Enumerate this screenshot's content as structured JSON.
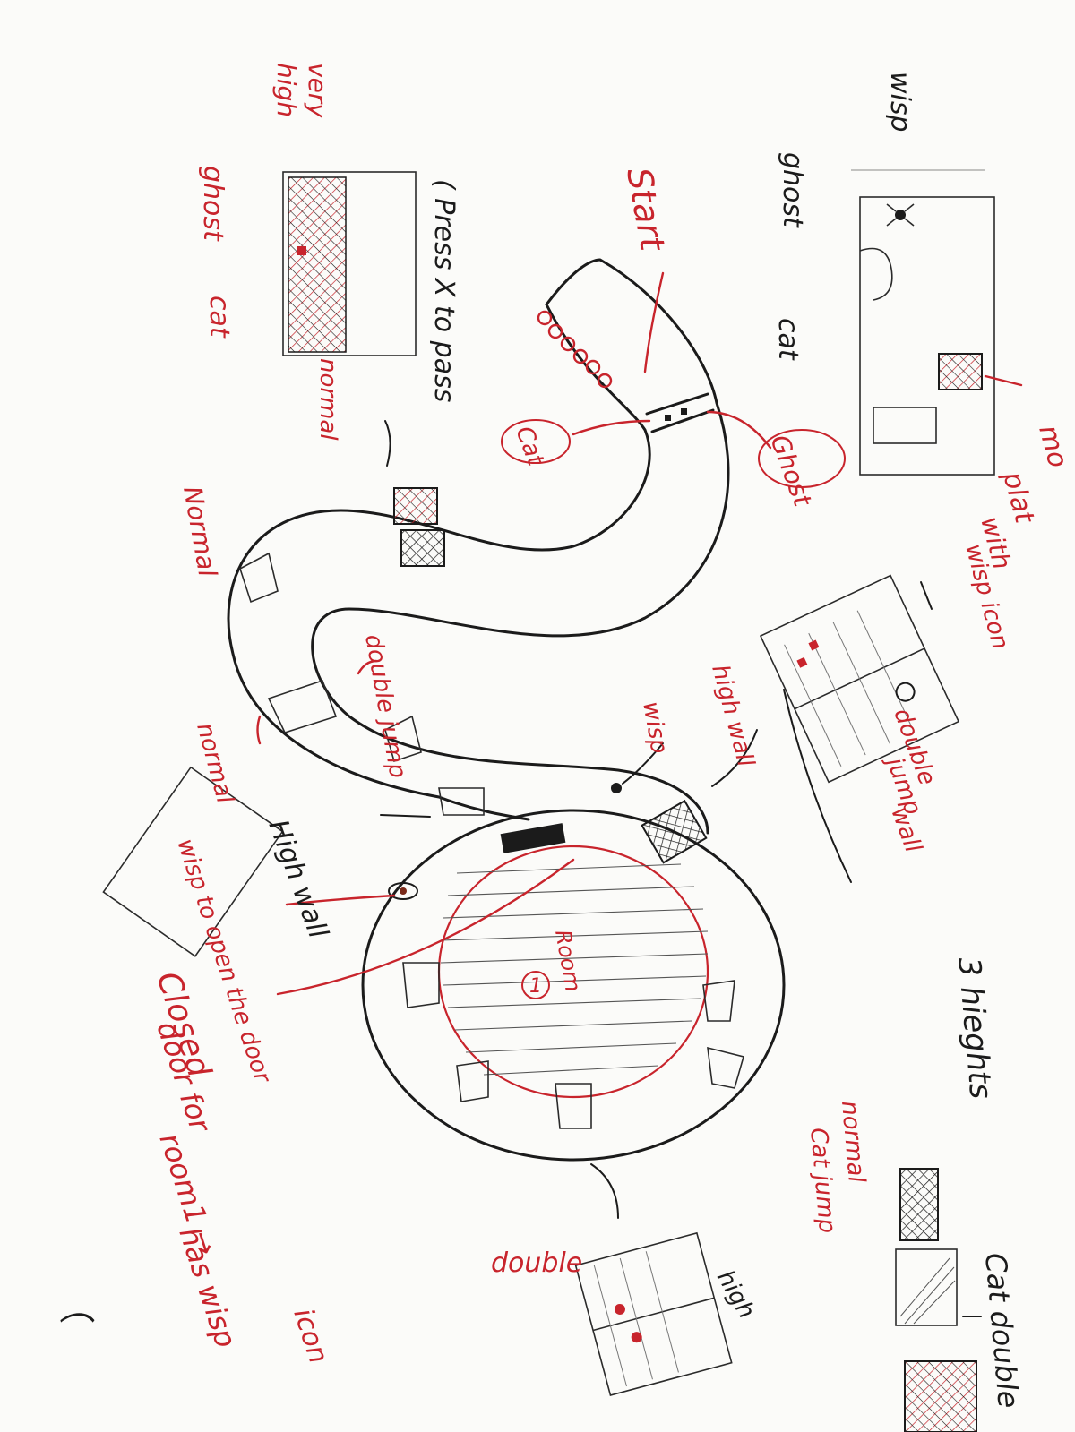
{
  "annotations": {
    "start": "Start",
    "press_x": "( Press X to pass",
    "room_number": "1",
    "room_label": "Room",
    "three_heights": "3 hieghts",
    "high_wall_path": "High wall",
    "wisp_path": "wisp",
    "high_wall_right": "high wall",
    "wisp_note": "wisp to open the door",
    "closed_door_1": "Closed",
    "closed_door_2": "door for",
    "closed_door_3": "room1 →",
    "closed_door_4": "has wisp",
    "closed_door_5": "icon",
    "cat_circle": "Cat",
    "ghost_circle": "Ghost",
    "double_jump_path": "double jump",
    "normal_left": "Normal",
    "normal_mid": "normal",
    "legend_top_wisp": "wisp",
    "legend_top_ghost": "ghost",
    "legend_top_cat": "cat",
    "legend_top_platform_1": "mo",
    "legend_top_platform_2": "plat",
    "legend_top_platform_3": "with",
    "legend_top_platform_4": "wisp icon",
    "legend_tl_very_high_1": "very",
    "legend_tl_very_high_2": "high",
    "legend_tl_ghost": "ghost",
    "legend_tl_cat": "cat",
    "legend_tl_normal": "normal",
    "mid_double_jump_1": "double",
    "mid_double_jump_2": "jump",
    "mid_double_jump_3": "wall",
    "mid_high": "high",
    "bottom_normal": "normal",
    "bottom_cat_jump": "Cat jump",
    "bottom_cat_double": "Cat double",
    "bottom_double": "double",
    "bottom_high": "high",
    "corner_mark": "⌒"
  },
  "colors": {
    "ink": "#1b1b1b",
    "accent": "#c8242c",
    "paper": "#fbfbf9"
  }
}
